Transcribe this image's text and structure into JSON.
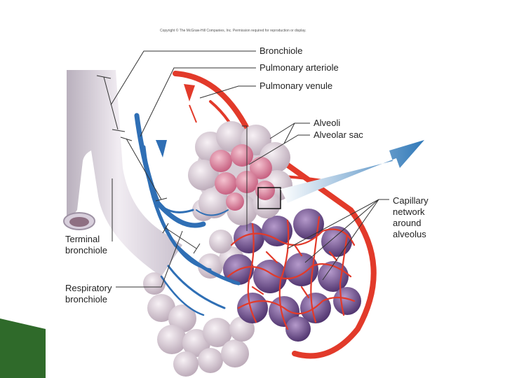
{
  "copyright": "Copyright © The McGraw-Hill Companies, Inc. Permission required for reproduction or display.",
  "labels": {
    "bronchiole": "Bronchiole",
    "pulmonary_arteriole": "Pulmonary arteriole",
    "pulmonary_venule": "Pulmonary venule",
    "alveoli": "Alveoli",
    "alveolar_sac": "Alveolar sac",
    "capillary_1": "Capillary",
    "capillary_2": "network",
    "capillary_3": "around",
    "capillary_4": "alveolus",
    "terminal_1": "Terminal",
    "terminal_2": "bronchiole",
    "respiratory_1": "Respiratory",
    "respiratory_2": "bronchiole"
  },
  "colors": {
    "airway": "#e6e0e8",
    "artery_blue": "#2f6fb5",
    "vein_red": "#e23a2a",
    "alveolus_pink": "#e59ab0",
    "alveolus_purple": "#6a4a86",
    "flow_arrow": "#2f78b8",
    "corner_green": "#2f6a2a"
  }
}
